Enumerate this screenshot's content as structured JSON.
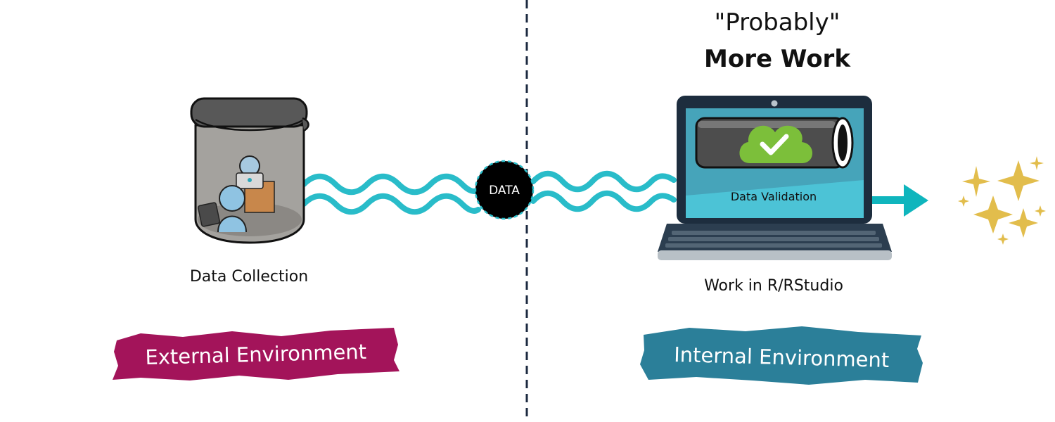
{
  "left": {
    "caption": "Data Collection",
    "banner": "External Environment",
    "banner_color": "#a3145a"
  },
  "middle": {
    "data_label": "DATA",
    "wave_color": "#29bcc9"
  },
  "right": {
    "heading_line1": "\"Probably\"",
    "heading_line2": "More Work",
    "screen_label": "Data Validation",
    "caption": "Work in R/RStudio",
    "banner": "Internal Environment",
    "banner_color": "#2b7f99",
    "check_color": "#7cbf3a"
  },
  "icons": {
    "container": "trash-can-icon",
    "people": "people-icon",
    "laptop": "laptop-icon",
    "pipe": "pipe-icon",
    "cloud_check": "cloud-check-icon",
    "arrow": "arrow-right-icon",
    "sparkles": "sparkles-icon"
  }
}
